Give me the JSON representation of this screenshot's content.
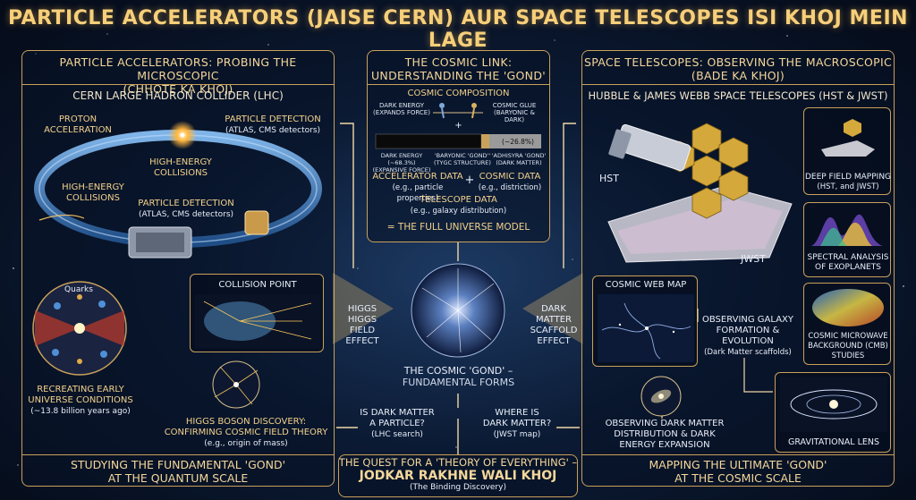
{
  "title": "PARTICLE ACCELERATORS (JAISE CERN) AUR SPACE TELESCOPES ISI KHOJ MEIN LAGE",
  "left": {
    "heading_line1": "PARTICLE ACCELERATORS: PROBING THE MICROSCOPIC",
    "heading_line2": "(CHHOTE KA KHOJ)",
    "subheading": "CERN LARGE HADRON COLLIDER (LHC)",
    "proton_l1": "PROTON",
    "proton_l2": "ACCELERATION",
    "pd_top_l1": "PARTICLE DETECTION",
    "pd_top_l2": "(ATLAS, CMS detectors)",
    "high_energy_l1": "HIGH-ENERGY",
    "high_energy_l2": "COLLISIONS",
    "high_energy2_l1": "HIGH-ENERGY",
    "high_energy2_l2": "COLLISIONS",
    "pd_mid_l1": "PARTICLE DETECTION",
    "pd_mid_l2": "(ATLAS, CMS detectors)",
    "quarks": "Quarks",
    "collision_point": "COLLISION POINT",
    "recreating_l1": "RECREATING EARLY",
    "recreating_l2": "UNIVERSE CONDITIONS",
    "recreating_l3": "(~13.8 billion years ago)",
    "higgs_l1": "HIGGS BOSON DISCOVERY:",
    "higgs_l2": "CONFIRMING COSMIC FIELD THEORY",
    "higgs_l3": "(e.g., origin of mass)",
    "footer_l1": "STUDYING THE FUNDAMENTAL 'GOND'",
    "footer_l2": "AT THE QUANTUM SCALE"
  },
  "center": {
    "heading_l1": "THE COSMIC LINK:",
    "heading_l2": "UNDERSTANDING THE 'GOND'",
    "composition": "COSMIC COMPOSITION",
    "dark_energy_force_l1": "DARK ENERGY",
    "dark_energy_force_l2": "(EXPANDS FORCE)",
    "cosmic_glue_l1": "COSMIC GLUE",
    "cosmic_glue_l2": "(BARYONIC & DARK)",
    "plus": "+",
    "pct_label": "(~26.8%)",
    "bar_de_l1": "DARK ENERGY (~68.3%)",
    "bar_de_l2": "(EXPANSIVE FORCE)",
    "bar_bg_l1": "'BARYONIC 'GOND''",
    "bar_bg_l2": "(TYGC STRUCTURE)",
    "bar_dm_l1": "'ADHISYRA 'GOND'",
    "bar_dm_l2": "(DARK MATTER)",
    "acc_data_l1": "ACCELERATOR DATA",
    "acc_data_l2": "(e.g., particle properties)",
    "cosmic_data_l1": "COSMIC DATA",
    "cosmic_data_l2": "(e.g., distriction)",
    "telescope_l1": "TELESCOPE DATA",
    "telescope_l2": "(e.g., galaxy distribution)",
    "universe_model": "= THE FULL UNIVERSE MODEL",
    "higgs_field_l1": "HIGGS",
    "higgs_field_l2": "HIGGS FIELD",
    "higgs_field_l3": "EFFECT",
    "dm_scaffold_l1": "DARK MATTER",
    "dm_scaffold_l2": "SCAFFOLD",
    "dm_scaffold_l3": "EFFECT",
    "gond_l1": "THE COSMIC 'GOND' –",
    "gond_l2": "FUNDAMENTAL FORMS",
    "q1_l1": "IS DARK MATTER",
    "q1_l2": "A PARTICLE?",
    "q1_l3": "(LHC search)",
    "q2_l1": "WHERE IS",
    "q2_l2": "DARK MATTER?",
    "q2_l3": "(JWST map)",
    "footer_l1": "THE QUEST FOR A 'THEORY OF EVERYTHING' –",
    "footer_l2": "JODKAR RAKHNE WALI KHOJ",
    "footer_l3": "(The Binding Discovery)"
  },
  "right": {
    "heading_line1": "SPACE TELESCOPES: OBSERVING THE MACROSCOPIC",
    "heading_line2": "(BADE KA KHOJ)",
    "subheading": "HUBBLE & JAMES WEBB SPACE TELESCOPES (HST & JWST)",
    "hst": "HST",
    "jwst": "JWST",
    "deep_field_l1": "DEEP FIELD MAPPING",
    "deep_field_l2": "(HST, and JWST)",
    "spectral_l1": "SPECTRAL ANALYSIS",
    "spectral_l2": "OF EXOPLANETS",
    "cosmic_web": "COSMIC WEB MAP",
    "galaxy_l1": "OBSERVING GALAXY",
    "galaxy_l2": "FORMATION &",
    "galaxy_l3": "EVOLUTION",
    "galaxy_l4": "(Dark Matter scaffolds)",
    "cmb_l1": "COSMIC MICROWAVE",
    "cmb_l2": "BACKGROUND (CMB)",
    "cmb_l3": "STUDIES",
    "observing_dm_l1": "OBSERVING DARK MATTER",
    "observing_dm_l2": "DISTRIBUTION & DARK",
    "observing_dm_l3": "ENERGY EXPANSION",
    "lens": "GRAVITATIONAL LENS",
    "footer_l1": "MAPPING THE ULTIMATE 'GOND'",
    "footer_l2": "AT THE COSMIC SCALE"
  },
  "colors": {
    "gold": "#f3c56a",
    "frame": "#c9a05a",
    "dark_energy": "#0a0a0a",
    "baryonic": "#c9a25a",
    "dark_matter": "#9a9a9a"
  }
}
